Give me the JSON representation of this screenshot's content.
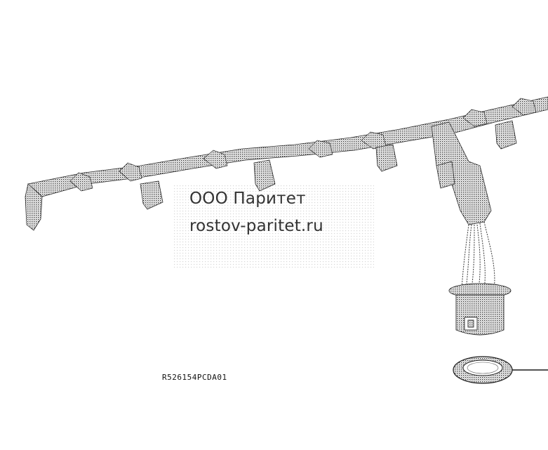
{
  "watermark": {
    "company": "ООО Паритет",
    "website": "rostov-paritet.ru"
  },
  "diagram": {
    "part_code": "R526154PCDA01"
  },
  "colors": {
    "line": "#1a1a1a",
    "halftone": "#4a4a4a",
    "watermark_text": "#333333",
    "background": "#ffffff"
  }
}
